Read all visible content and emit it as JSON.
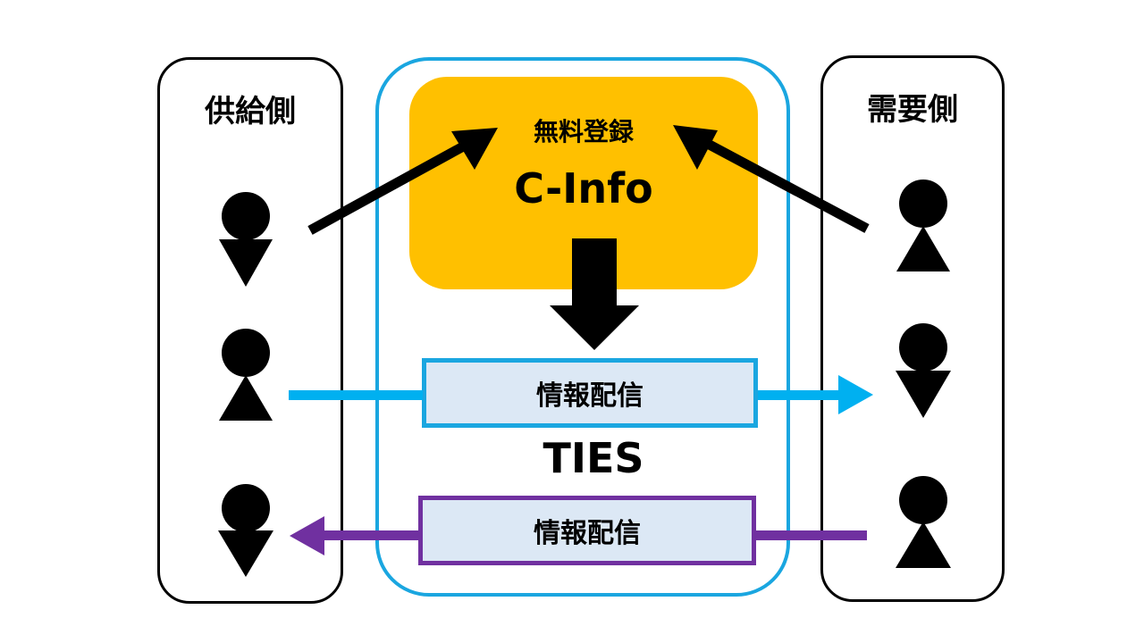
{
  "supply_side": {
    "title": "供給側",
    "people": [
      "male",
      "female",
      "male"
    ]
  },
  "demand_side": {
    "title": "需要側",
    "people": [
      "female",
      "male",
      "female"
    ]
  },
  "cinfo": {
    "subtitle": "無料登録",
    "title": "C-Info",
    "color": "#ffc000"
  },
  "ties": {
    "label": "TIES",
    "frame_color": "#1aa6e0",
    "distribution_top": {
      "label": "情報配信",
      "border_color": "#1aa6e0",
      "fill": "#dce8f5",
      "direction": "supply-to-demand"
    },
    "distribution_bottom": {
      "label": "情報配信",
      "border_color": "#7030a0",
      "fill": "#dce8f5",
      "direction": "demand-to-supply"
    }
  },
  "arrows": {
    "supply_to_cinfo": "register",
    "demand_to_cinfo": "register",
    "cinfo_to_ties": "feed"
  }
}
